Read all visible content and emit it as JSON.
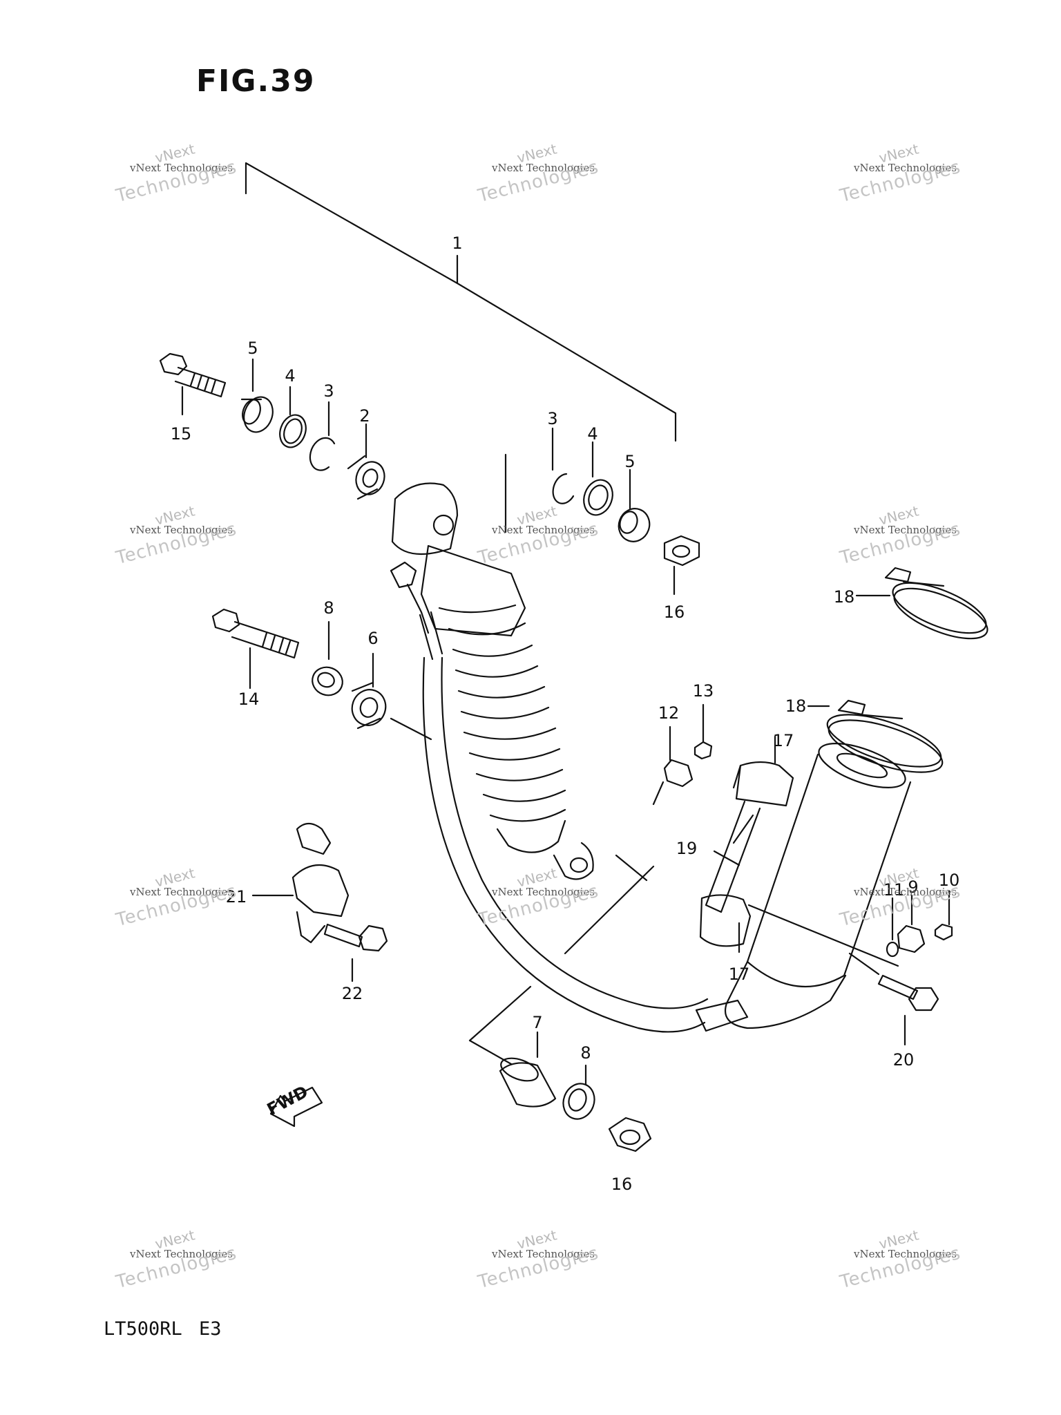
{
  "figure": {
    "title": "FIG.39",
    "model": "LT500RL  E3"
  },
  "callouts": [
    "1",
    "2",
    "3",
    "3",
    "4",
    "4",
    "5",
    "5",
    "6",
    "7",
    "8",
    "8",
    "9",
    "10",
    "11",
    "12",
    "13",
    "14",
    "15",
    "16",
    "16",
    "17",
    "17",
    "18",
    "18",
    "19",
    "20",
    "21",
    "22"
  ],
  "parts": {
    "p1": "1",
    "p2": "2",
    "p3a": "3",
    "p3b": "3",
    "p4a": "4",
    "p4b": "4",
    "p5a": "5",
    "p5b": "5",
    "p6": "6",
    "p7": "7",
    "p8a": "8",
    "p8b": "8",
    "p9": "9",
    "p10": "10",
    "p11": "11",
    "p12": "12",
    "p13": "13",
    "p14": "14",
    "p15": "15",
    "p16a": "16",
    "p16b": "16",
    "p17a": "17",
    "p17b": "17",
    "p18a": "18",
    "p18b": "18",
    "p19": "19",
    "p20": "20",
    "p21": "21",
    "p22": "22"
  },
  "fwd_arrow": "FWD",
  "watermark": {
    "line1": "vNext",
    "line2": "vNext Technologies",
    "line3": "Technologies"
  }
}
